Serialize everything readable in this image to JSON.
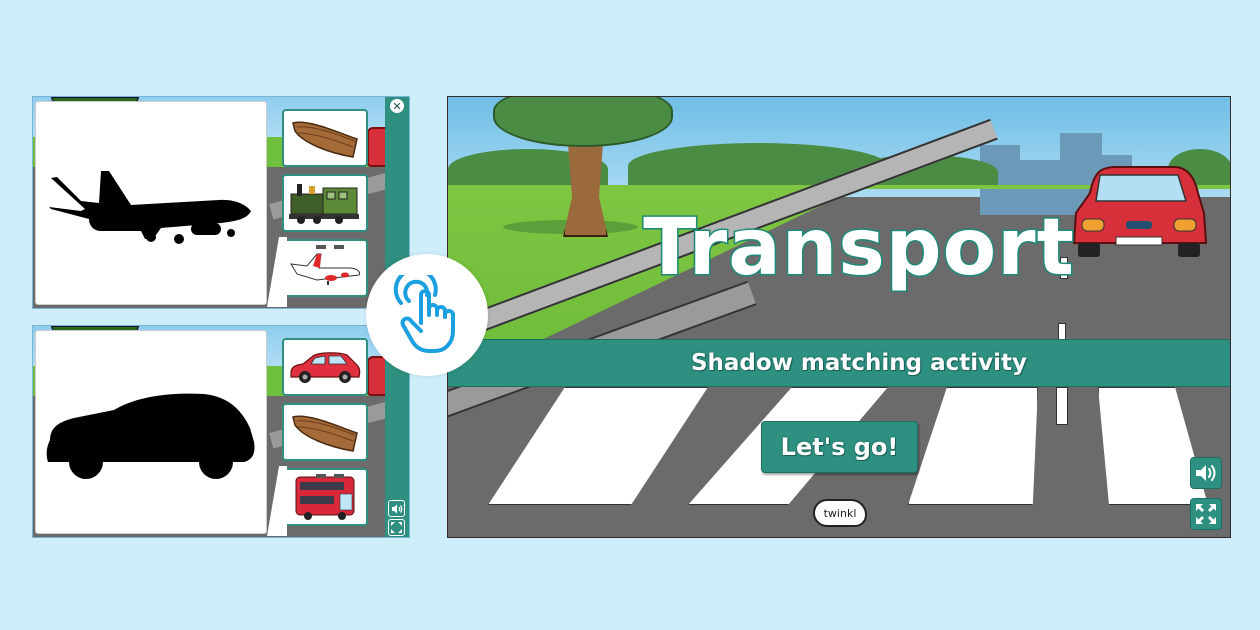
{
  "colors": {
    "page_bg": "#cdeefa",
    "teal_accent": "#2e9080",
    "title_stroke": "#1e8a78",
    "tap_icon": "#1aa0e0",
    "road": "#6b6b6b",
    "grass": "#7ec642",
    "sky": "#6fbde6",
    "car_red": "#d8303a"
  },
  "preview_panels": [
    {
      "shadow_icon": "airplane-silhouette",
      "options": [
        {
          "icon": "wooden-boat"
        },
        {
          "icon": "steam-train"
        },
        {
          "icon": "airplane"
        }
      ],
      "controls": {
        "close": "close-icon"
      }
    },
    {
      "shadow_icon": "car-silhouette",
      "options": [
        {
          "icon": "red-car"
        },
        {
          "icon": "wooden-boat"
        },
        {
          "icon": "double-decker-bus"
        }
      ],
      "controls": {
        "sound": "speaker-icon",
        "fullscreen": "fullscreen-icon"
      }
    }
  ],
  "tap_badge": {
    "icon": "tap-hand-icon"
  },
  "main": {
    "title": "Transport",
    "subtitle": "Shadow matching activity",
    "start_button": "Let's go!",
    "brand": "twinkl",
    "controls": {
      "sound": "speaker-icon",
      "fullscreen": "fullscreen-icon"
    }
  }
}
